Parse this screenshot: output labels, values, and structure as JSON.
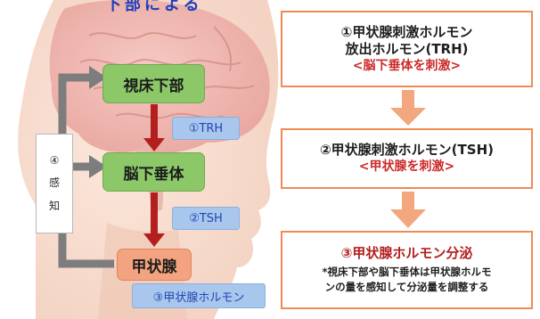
{
  "header_cut": "下部による",
  "nodes": {
    "hypothalamus": "視床下部",
    "pituitary": "脳下垂体",
    "thyroid": "甲状腺"
  },
  "hormone_labels": {
    "trh": "①TRH",
    "tsh": "②TSH",
    "thyroid_hormone": "③甲状腺ホルモン"
  },
  "feedback": {
    "number": "④",
    "char1": "感",
    "char2": "知"
  },
  "steps": [
    {
      "title_line1": "①甲状腺刺激ホルモン",
      "title_line2": "放出ホルモン(TRH)",
      "action": "<脳下垂体を刺激>"
    },
    {
      "title_line1": "②甲状腺刺激ホルモン(TSH)",
      "action": "<甲状腺を刺激>"
    },
    {
      "title_line1": "③甲状腺ホルモン分泌",
      "note_line1": "*視床下部や脳下垂体は甲状腺ホルモ",
      "note_line2": "ンの量を感知して分泌量を調整する"
    }
  ],
  "colors": {
    "node_green": "#8cc868",
    "node_orange": "#f3a37f",
    "label_blue": "#a9c6ec",
    "down_arrow_red": "#b31f1f",
    "feedback_gray": "#7d7d7d",
    "box_border_orange": "#f08a55",
    "flow_arrow_orange": "#f3a77f",
    "action_red": "#cc2a2a"
  }
}
